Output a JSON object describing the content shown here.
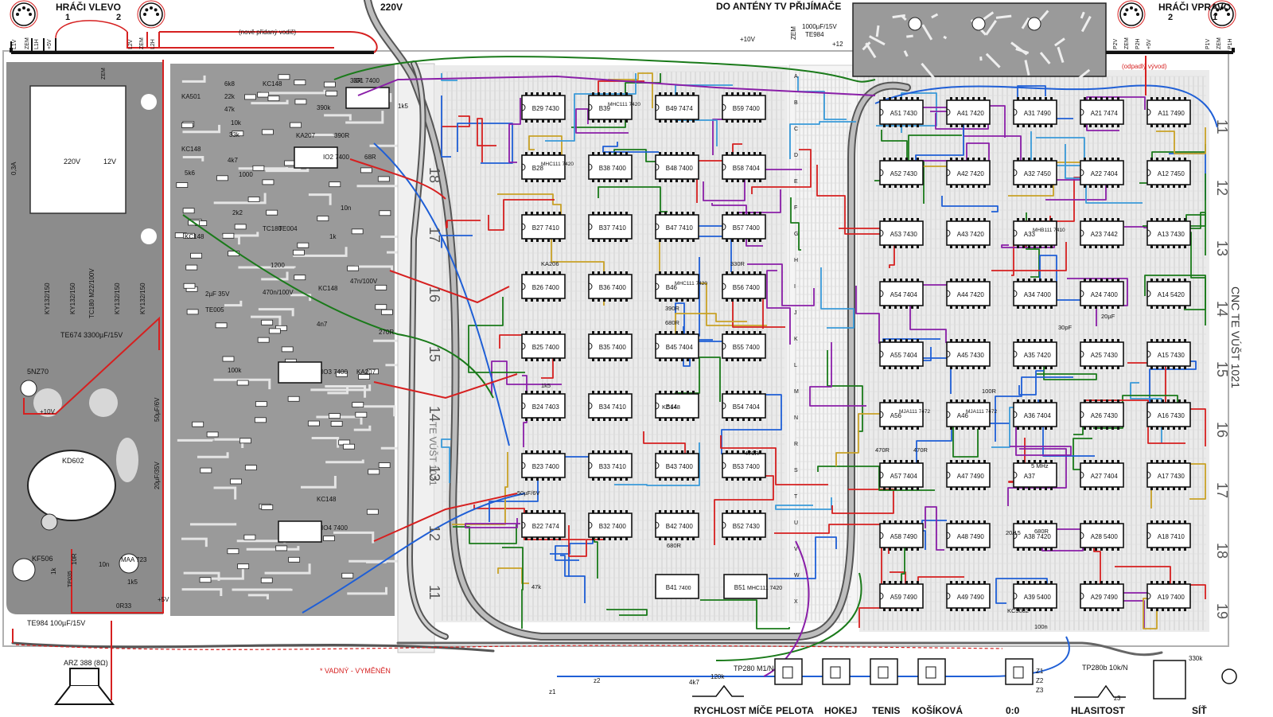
{
  "header": {
    "players_left": "HRÁČI VLEVO",
    "players_left_num1": "1",
    "players_left_num2": "2",
    "voltage_220": "220V",
    "antenna_title": "DO ANTÉNY TV PŘIJÍMAČE",
    "players_right": "HRÁČI VPRAVO",
    "players_right_num2": "2",
    "players_right_num1": "1",
    "new_wire": "(nově přidaný vodič)",
    "plus10v": "+10V",
    "cap_top": "1000µF/15V",
    "cap_top_type": "TE984",
    "zem": "ZEM",
    "plus12": "+12",
    "broken_lead": "(odpadlý vývod)"
  },
  "left_connector": [
    "L1V",
    "ZEM",
    "L1H",
    "+5V",
    "L2V",
    "ZEM",
    "L2H"
  ],
  "right_connector": [
    "P2V",
    "ZEM",
    "P2H",
    "+5V",
    "P1V",
    "ZEM",
    "P1H"
  ],
  "power": {
    "fuse": "0,3A",
    "transformer_in": "220V",
    "transformer_out": "12V",
    "diodes": [
      "KY132/150",
      "KY132/150",
      "KY132/150",
      "KY132/150"
    ],
    "tc180": "TC180 M22/100V",
    "cap_main": "TE674 3300µF/15V",
    "zener": "5NZ70",
    "plus10v_2": "+10V",
    "transistor": "KD602",
    "kf506": "KF506",
    "r10": "10R",
    "r1k": "1k",
    "trimmer": "TP035",
    "maa": "MAA 723",
    "c10n": "10n",
    "r1k5": "1k5",
    "r0r33": "0R33",
    "plus5v": "+5V",
    "cap_out": "TE984 100µF/15V",
    "speaker": "ARZ 388 (8Ω)",
    "c50": "50µF/6V",
    "c20": "20µF/35V"
  },
  "analog_labels": [
    "KA501",
    "KC148",
    "6k8",
    "22k",
    "47k",
    "10k",
    "33k",
    "KC148",
    "33R",
    "390k",
    "KA207",
    "390R",
    "IO2 7400",
    "IO1 7400",
    "68R",
    "1k5",
    "5k6",
    "4k7",
    "2k2",
    "1000",
    "KC148",
    "TE004",
    "TC180",
    "1k",
    "10n",
    "1200",
    "2µF 35V",
    "TE005",
    "470n/100V",
    "47n/100V",
    "KC148",
    "IO3 7400",
    "4n7",
    "270R",
    "IO4 7400",
    "KA207",
    "100k",
    "KC148"
  ],
  "chips_b": [
    {
      "id": "B29",
      "type": "7430"
    },
    {
      "id": "B39",
      "type": "MHC111 7420"
    },
    {
      "id": "B49",
      "type": "7474"
    },
    {
      "id": "B59",
      "type": "7400"
    },
    {
      "id": "B28",
      "type": "MHC111 7420"
    },
    {
      "id": "B38",
      "type": "7400"
    },
    {
      "id": "B48",
      "type": "7400"
    },
    {
      "id": "B58",
      "type": "7404"
    },
    {
      "id": "B27",
      "type": "7410"
    },
    {
      "id": "B37",
      "type": "7410"
    },
    {
      "id": "B47",
      "type": "7410"
    },
    {
      "id": "B57",
      "type": "7400"
    },
    {
      "id": "B26",
      "type": "7400"
    },
    {
      "id": "B36",
      "type": "7400"
    },
    {
      "id": "B46",
      "type": "MHC111 7420"
    },
    {
      "id": "B56",
      "type": "7400"
    },
    {
      "id": "B25",
      "type": "7400"
    },
    {
      "id": "B35",
      "type": "7400"
    },
    {
      "id": "B45",
      "type": "7404"
    },
    {
      "id": "B55",
      "type": "7400"
    },
    {
      "id": "B24",
      "type": "7403"
    },
    {
      "id": "B34",
      "type": "7410"
    },
    {
      "id": "B44",
      "type": ""
    },
    {
      "id": "B54",
      "type": "7404"
    },
    {
      "id": "B23",
      "type": "7400"
    },
    {
      "id": "B33",
      "type": "7410"
    },
    {
      "id": "B43",
      "type": "7400"
    },
    {
      "id": "B53",
      "type": "7400"
    },
    {
      "id": "B22",
      "type": "7474"
    },
    {
      "id": "B32",
      "type": "7400"
    },
    {
      "id": "B42",
      "type": "7400"
    },
    {
      "id": "B52",
      "type": "7430"
    },
    {
      "id": "B41",
      "type": "7400"
    },
    {
      "id": "B51",
      "type": "MHC111 7420"
    }
  ],
  "chips_a": [
    {
      "id": "A51",
      "type": "7430"
    },
    {
      "id": "A41",
      "type": "7420"
    },
    {
      "id": "A31",
      "type": "7490"
    },
    {
      "id": "A21",
      "type": "7474"
    },
    {
      "id": "A11",
      "type": "7490"
    },
    {
      "id": "A52",
      "type": "7430"
    },
    {
      "id": "A42",
      "type": "7420"
    },
    {
      "id": "A32",
      "type": "7450"
    },
    {
      "id": "A22",
      "type": "7404"
    },
    {
      "id": "A12",
      "type": "7450"
    },
    {
      "id": "A53",
      "type": "7430"
    },
    {
      "id": "A43",
      "type": "7420"
    },
    {
      "id": "A33",
      "type": "MHB111 7410"
    },
    {
      "id": "A23",
      "type": "7442"
    },
    {
      "id": "A13",
      "type": "7430"
    },
    {
      "id": "A54",
      "type": "7404"
    },
    {
      "id": "A44",
      "type": "7420"
    },
    {
      "id": "A34",
      "type": "7400"
    },
    {
      "id": "A24",
      "type": "7400"
    },
    {
      "id": "A14",
      "type": "5420"
    },
    {
      "id": "A55",
      "type": "7404"
    },
    {
      "id": "A45",
      "type": "7430"
    },
    {
      "id": "A35",
      "type": "7420"
    },
    {
      "id": "A25",
      "type": "7430"
    },
    {
      "id": "A15",
      "type": "7430"
    },
    {
      "id": "A56",
      "type": "MJA111 7472"
    },
    {
      "id": "A46",
      "type": "MJA111 7472"
    },
    {
      "id": "A36",
      "type": "7404"
    },
    {
      "id": "A26",
      "type": "7430"
    },
    {
      "id": "A16",
      "type": "7430"
    },
    {
      "id": "A57",
      "type": "7404"
    },
    {
      "id": "A47",
      "type": "7490"
    },
    {
      "id": "A37",
      "type": ""
    },
    {
      "id": "A27",
      "type": "7404"
    },
    {
      "id": "A17",
      "type": "7430"
    },
    {
      "id": "A58",
      "type": "7490"
    },
    {
      "id": "A48",
      "type": "7490"
    },
    {
      "id": "A38",
      "type": "7420"
    },
    {
      "id": "A28",
      "type": "5400"
    },
    {
      "id": "A18",
      "type": "7410"
    },
    {
      "id": "A59",
      "type": "7490"
    },
    {
      "id": "A49",
      "type": "7490"
    },
    {
      "id": "A39",
      "type": "5400"
    },
    {
      "id": "A29",
      "type": "7490"
    },
    {
      "id": "A19",
      "type": "7400"
    }
  ],
  "b_misc": [
    "KA206",
    "47k",
    "390R",
    "680R",
    "KC148",
    "470R",
    "50µF/6V",
    "330R",
    "1k5",
    "680R"
  ],
  "a_misc": [
    "5 MHz",
    "KC5082",
    "100n",
    "100R",
    "470R",
    "30pF",
    "20µF",
    "680R",
    "20/15",
    "470R"
  ],
  "side_letters": [
    "A",
    "B",
    "C",
    "D",
    "E",
    "F",
    "G",
    "H",
    "I",
    "J",
    "K",
    "L",
    "M",
    "N",
    "R",
    "S",
    "T",
    "U",
    "V",
    "W",
    "X"
  ],
  "rotated_board_text": "CNC TE VÚŠT 1021",
  "rotated_board_text2": "TE VÚŠT 1021",
  "row_numbers_left": [
    "18",
    "17",
    "16",
    "15",
    "14",
    "13",
    "12",
    "11"
  ],
  "row_numbers_right": [
    "11",
    "12",
    "13",
    "14",
    "15",
    "16",
    "17",
    "18",
    "19"
  ],
  "footer": {
    "note": "* VADNÝ - VYMĚNĚN",
    "r4k7": "4k7",
    "r120k": "120k",
    "pot_speed": "TP280 M1/N",
    "pot_volume": "TP280b 10k/N",
    "r330k": "330k",
    "speed": "RYCHLOST MÍČE",
    "games": [
      "PELOTA",
      "HOKEJ",
      "TENIS",
      "KOŠÍKOVÁ"
    ],
    "score": "0:0",
    "volume": "HLASITOST",
    "mains": "SÍŤ",
    "z1": "z1",
    "z2": "z2",
    "z3": "z3",
    "zz1": "Z1",
    "zz2": "Z2",
    "zz3": "Z3"
  }
}
